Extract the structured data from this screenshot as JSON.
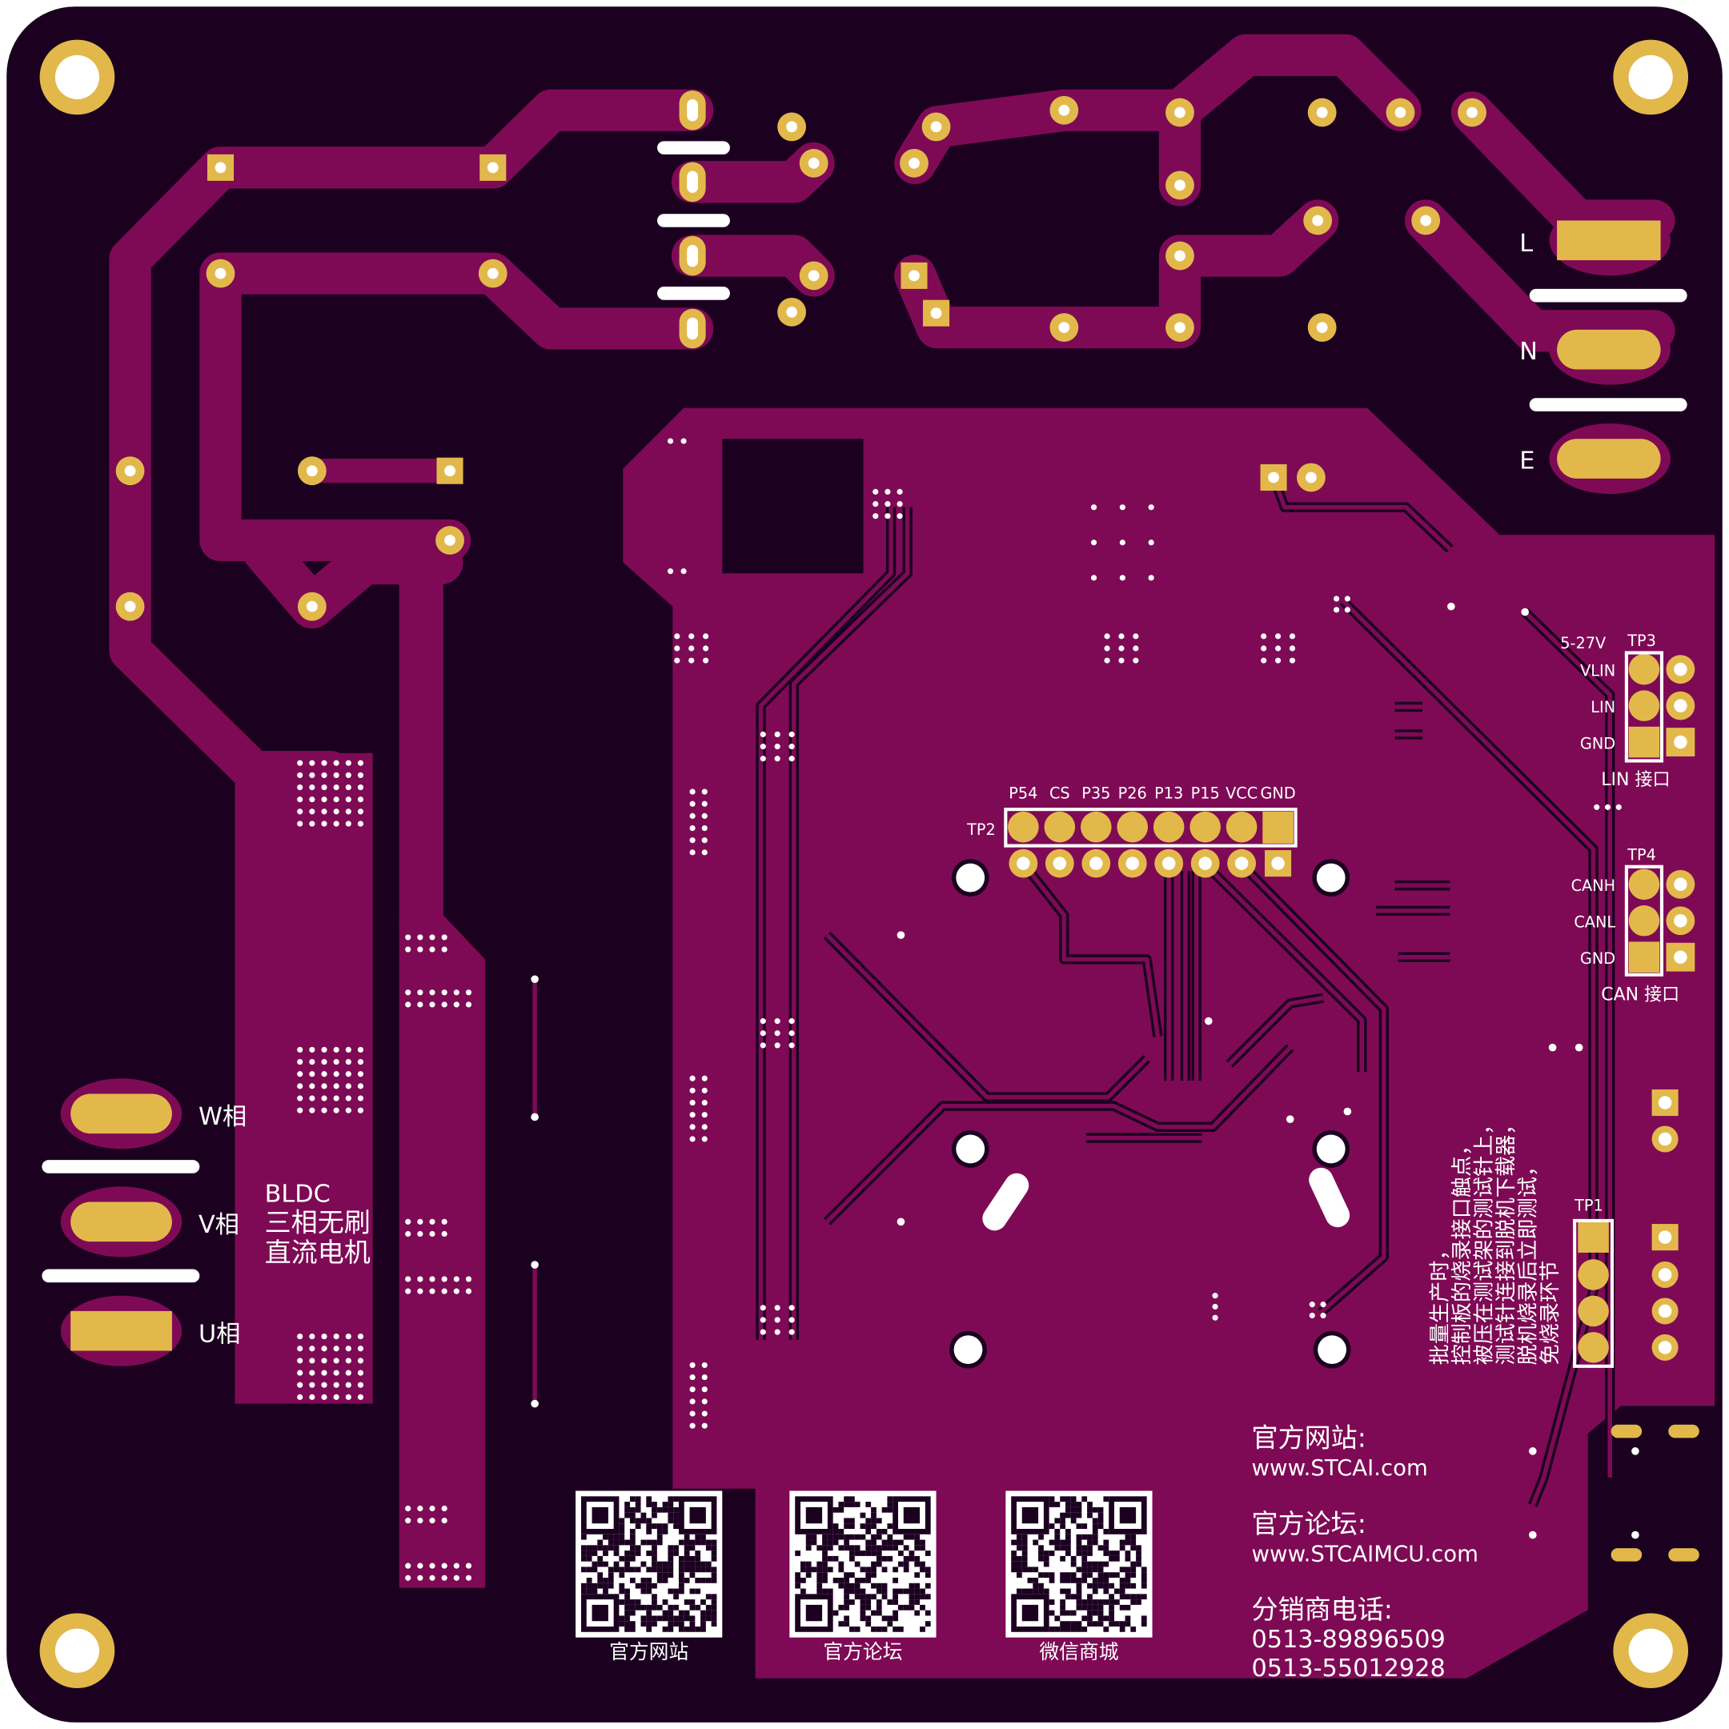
{
  "colors": {
    "substrate": "#1b0020",
    "copper": "#7e0a55",
    "pad": "#e2b84b",
    "silk": "#ffffff"
  },
  "motor": {
    "phases": [
      "W相",
      "V相",
      "U相"
    ],
    "title_lines": [
      "BLDC",
      "三相无刷",
      "直流电机"
    ]
  },
  "mains": {
    "labels": [
      "L",
      "N",
      "E"
    ]
  },
  "tp2": {
    "name": "TP2",
    "pins": [
      "P54",
      "CS",
      "P35",
      "P26",
      "P13",
      "P15",
      "VCC",
      "GND"
    ]
  },
  "tp3": {
    "name": "TP3",
    "voltage": "5-27V",
    "pins": [
      "VLIN",
      "LIN",
      "GND"
    ],
    "caption": "LIN 接口"
  },
  "tp4": {
    "name": "TP4",
    "pins": [
      "CANH",
      "CANL",
      "GND"
    ],
    "caption": "CAN 接口"
  },
  "tp1": {
    "name": "TP1"
  },
  "note_lines": [
    "批量生产时，",
    "控制板的烧录接口触点，",
    "被压在测试架的测试针上，",
    "测试针连接到脱机下载器，",
    "脱机烧录后立即测试，",
    "免烧录环节"
  ],
  "qr_codes": [
    {
      "caption": "官方网站"
    },
    {
      "caption": "官方论坛"
    },
    {
      "caption": "微信商城"
    }
  ],
  "contact": {
    "site_label": "官方网站:",
    "site_url": "www.STCAI.com",
    "forum_label": "官方论坛:",
    "forum_url": "www.STCAIMCU.com",
    "phone_label": "分销商电话:",
    "phones": [
      "0513-89896509",
      "0513-55012928"
    ]
  }
}
